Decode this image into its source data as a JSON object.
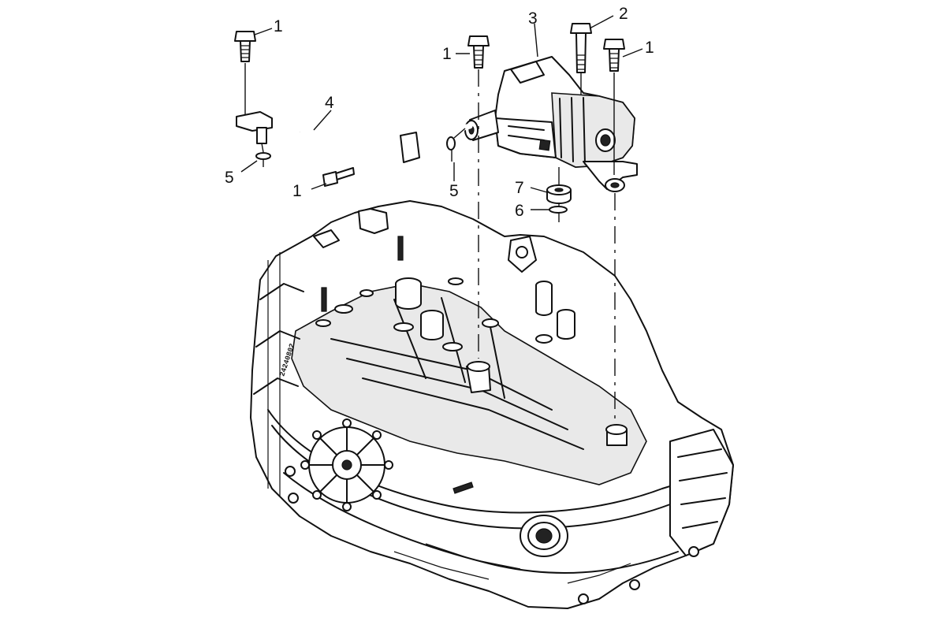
{
  "diagram": {
    "callouts": {
      "bolt_1": "1",
      "bolt_2": "2",
      "actuator_3": "3",
      "pipe_4": "4",
      "seal_5": "5",
      "clip_6": "6",
      "bushing_7": "7"
    },
    "housing_stamp": "24240802"
  }
}
